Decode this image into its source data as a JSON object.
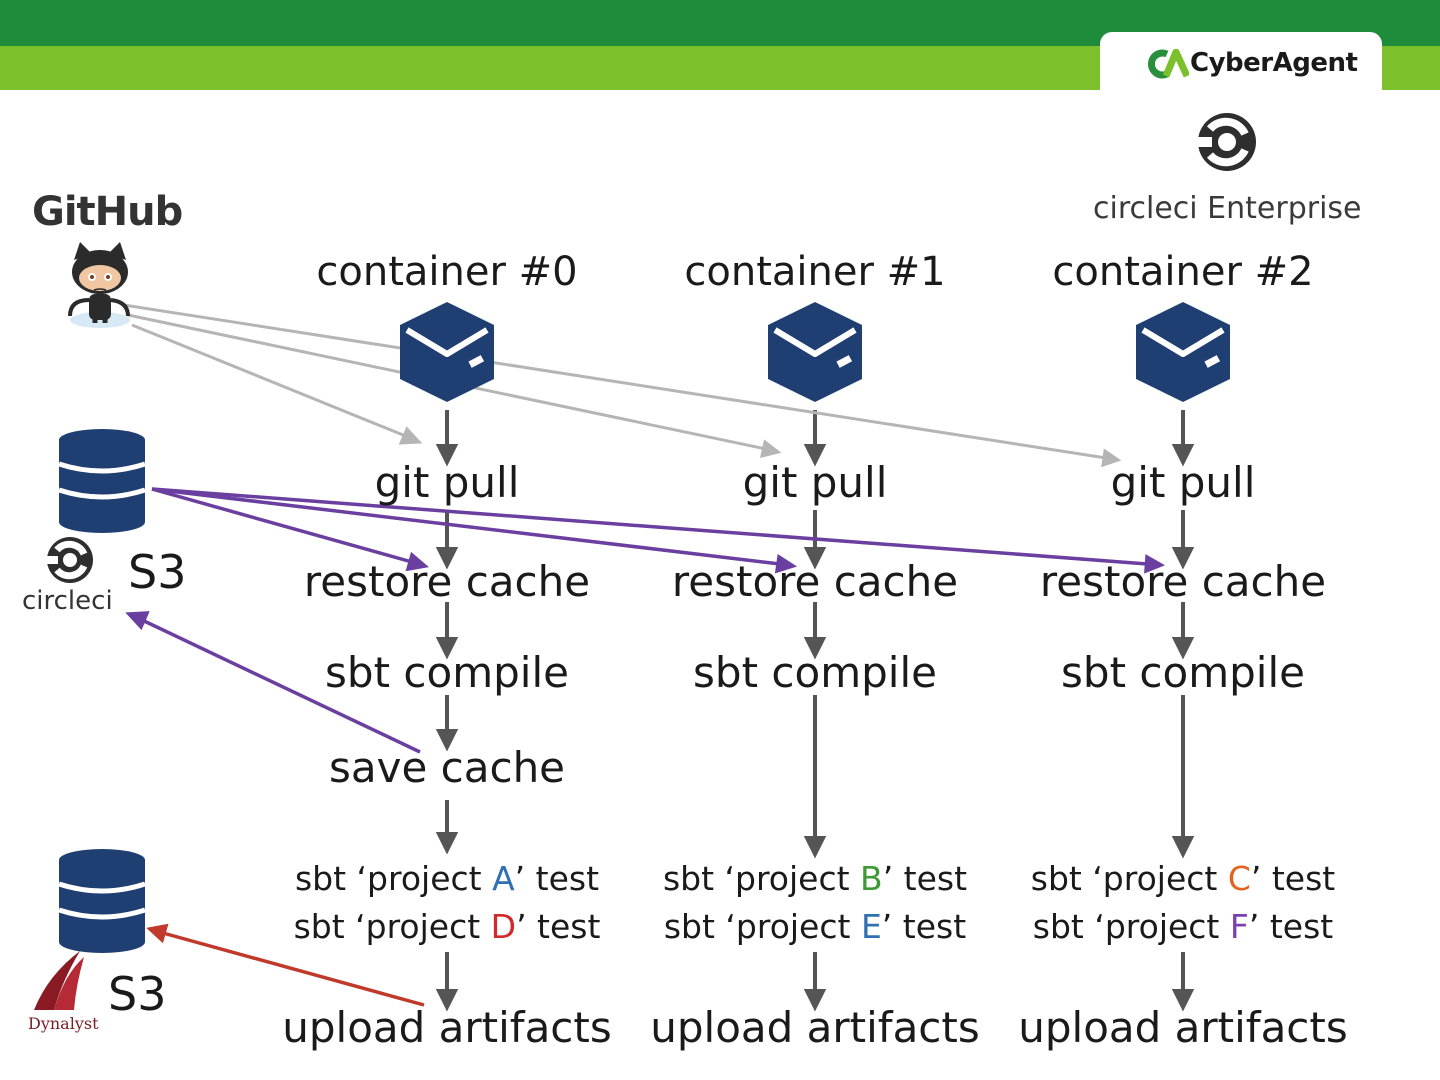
{
  "brand": {
    "name": "CyberAgent",
    "mark": "CA"
  },
  "sources": {
    "github": {
      "label": "GitHub"
    },
    "circleci_s3": {
      "brand": "circleci",
      "storage": "S3"
    },
    "dynalyst_s3": {
      "brand": "Dynalyst",
      "storage": "S3"
    }
  },
  "ci_logo": {
    "name": "circleci",
    "edition": "Enterprise"
  },
  "containers": [
    {
      "title": "container #0",
      "steps": [
        "git pull",
        "restore cache",
        "sbt compile",
        "save cache"
      ],
      "tests": [
        {
          "prefix": "sbt ‘project ",
          "project": "A",
          "suffix": "’ test"
        },
        {
          "prefix": "sbt ‘project ",
          "project": "D",
          "suffix": "’ test"
        }
      ],
      "final": "upload artifacts"
    },
    {
      "title": "container #1",
      "steps": [
        "git pull",
        "restore cache",
        "sbt compile"
      ],
      "tests": [
        {
          "prefix": "sbt ‘project ",
          "project": "B",
          "suffix": "’ test"
        },
        {
          "prefix": "sbt ‘project ",
          "project": "E",
          "suffix": "’ test"
        }
      ],
      "final": "upload artifacts"
    },
    {
      "title": "container #2",
      "steps": [
        "git pull",
        "restore cache",
        "sbt compile"
      ],
      "tests": [
        {
          "prefix": "sbt ‘project ",
          "project": "C",
          "suffix": "’ test"
        },
        {
          "prefix": "sbt ‘project ",
          "project": "F",
          "suffix": "’ test"
        }
      ],
      "final": "upload artifacts"
    }
  ],
  "colors": {
    "header_dark": "#1e8c3a",
    "header_light": "#7cc02c",
    "box_blue": "#1f3f73",
    "flow_arrow": "#555555",
    "github_arrow": "#b5b5b5",
    "cache_arrow": "#6b3fa0",
    "artifact_arrow": "#c0392b",
    "project_A": "#2f6fb3",
    "project_B": "#3e9a35",
    "project_C": "#e0641f",
    "project_D": "#d02a2a",
    "project_E": "#2f6fb3",
    "project_F": "#7b3fb0"
  }
}
